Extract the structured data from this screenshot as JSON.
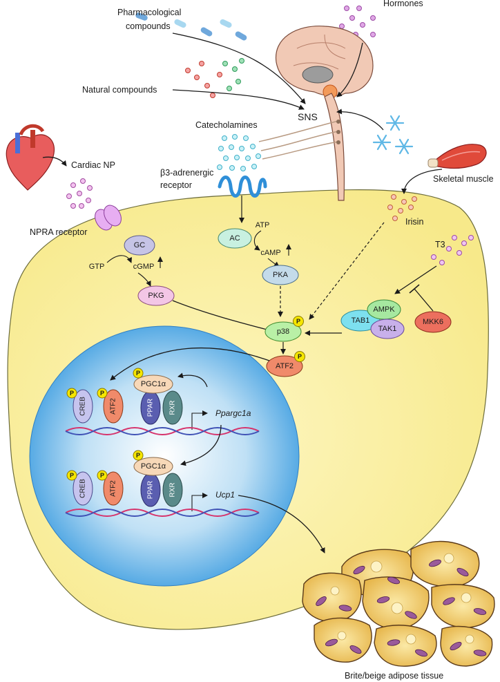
{
  "labels": {
    "pharmacological": [
      "Pharmacological",
      "compounds"
    ],
    "hormones": "Hormones",
    "natural": "Natural compounds",
    "sns": "SNS",
    "catecholamines": "Catecholamines",
    "cardiac_np": "Cardiac NP",
    "beta_receptor": [
      "β3-adrenergic",
      "receptor"
    ],
    "skeletal_muscle": "Skeletal muscle",
    "npra_receptor": "NPRA receptor",
    "irisin": "Irisin",
    "t3": "T3",
    "brite": "Brite/beige adipose tissue"
  },
  "nodes": {
    "gc": "GC",
    "ac": "AC",
    "atp": "ATP",
    "camp": "cAMP",
    "gtp": "GTP",
    "cgmp": "cGMP",
    "pkg": "PKG",
    "pka": "PKA",
    "p38": "p38",
    "tab1": "TAB1",
    "ampk": "AMPK",
    "tak1": "TAK1",
    "mkk6": "MKK6",
    "atf2": "ATF2",
    "creb": "CREB",
    "pgc1a": "PGC1α",
    "ppar": "PPAR",
    "rxr": "RXR",
    "p": "P"
  },
  "genes": {
    "ppargc1a": "Ppargc1a",
    "ucp1": "Ucp1"
  },
  "colors": {
    "cell_fill": "#fbf1a6",
    "nucleus_fill": "#7cc1ec",
    "phospho_badge": "#f5e600",
    "dna_red": "#d6336c",
    "dna_blue": "#3f51b5"
  }
}
